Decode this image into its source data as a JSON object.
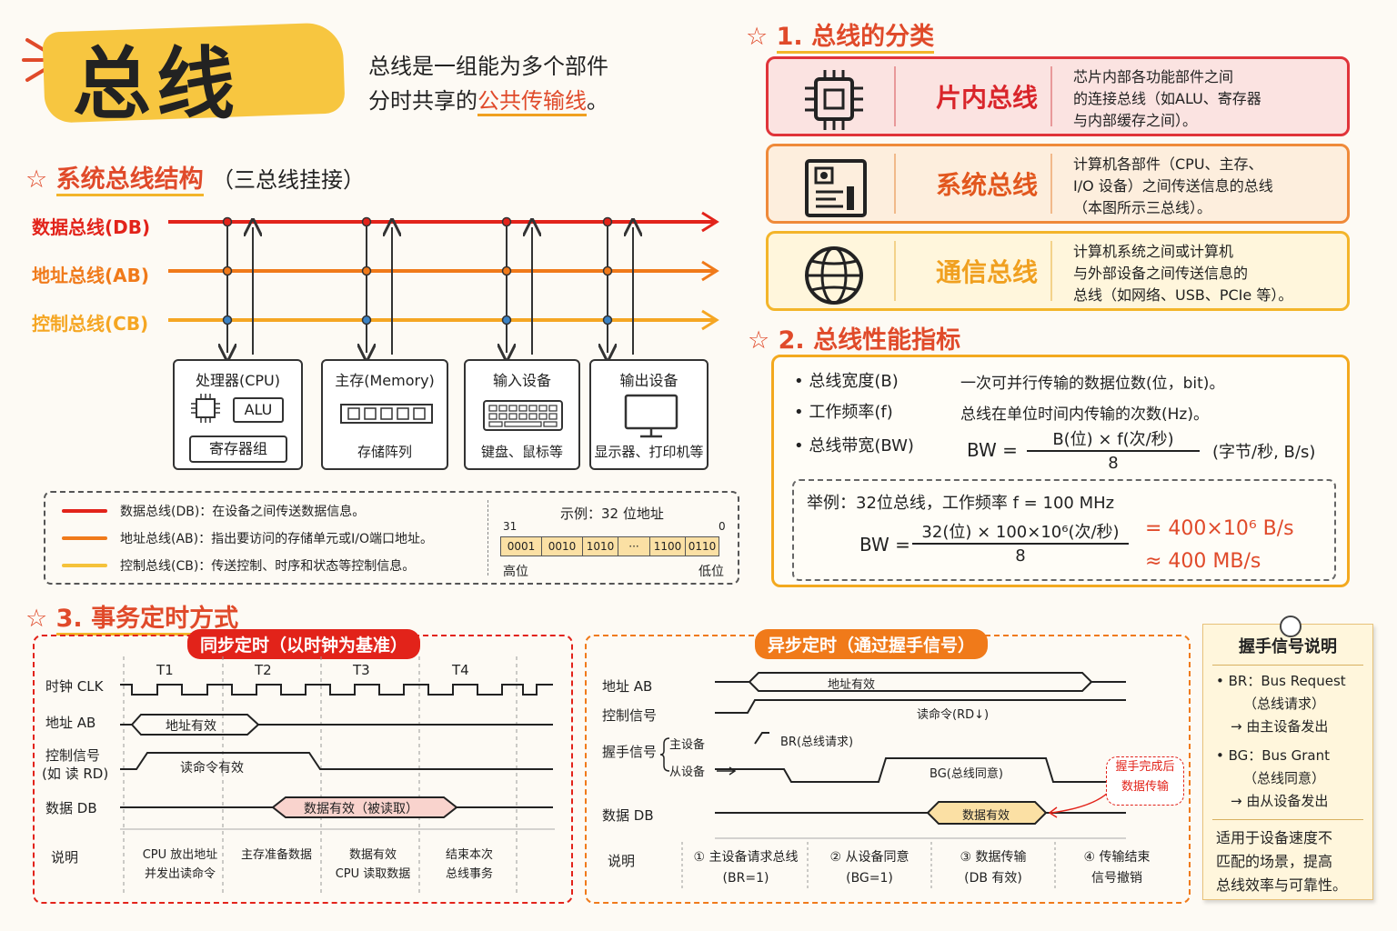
{
  "header": {
    "title": "总线",
    "intro_line1": "总线是一组能为多个部件",
    "intro_line2_pre": "分时共享的",
    "intro_line2_hl": "公共传输线",
    "intro_line2_post": "。"
  },
  "system_structure": {
    "heading": "系统总线结构",
    "subheading": "（三总线挂接）",
    "buses": [
      {
        "label": "数据总线(DB)",
        "color": "#e2231a"
      },
      {
        "label": "地址总线(AB)",
        "color": "#f07a1a"
      },
      {
        "label": "控制总线(CB)",
        "color": "#f5a623"
      }
    ],
    "devices": [
      {
        "title": "处理器(CPU)",
        "alu": "ALU",
        "bottom": "寄存器组"
      },
      {
        "title": "主存(Memory)",
        "bottom": "存储阵列"
      },
      {
        "title": "输入设备",
        "bottom": "键盘、鼠标等"
      },
      {
        "title": "输出设备",
        "bottom": "显示器、打印机等"
      }
    ],
    "legend": [
      "数据总线(DB)：在设备之间传送数据信息。",
      "地址总线(AB)：指出要访问的存储单元或I/O端口地址。",
      "控制总线(CB)：传送控制、时序和状态等控制信息。"
    ],
    "example": {
      "title": "示例：32 位地址",
      "msb": "31",
      "lsb": "0",
      "cells": [
        "0001",
        "0010",
        "1010",
        "···",
        "1100",
        "0110"
      ],
      "high": "高位",
      "low": "低位"
    }
  },
  "classification": {
    "heading": "1. 总线的分类",
    "cards": [
      {
        "name": "片内总线",
        "desc": [
          "芯片内部各功能部件之间",
          "的连接总线（如ALU、寄存器",
          "与内部缓存之间）。"
        ],
        "icon": "chip-icon",
        "border": "#e0343a",
        "bg": "#fbe3e1",
        "name_color": "#d9252b"
      },
      {
        "name": "系统总线",
        "desc": [
          "计算机各部件（CPU、主存、",
          "I/O 设备）之间传送信息的总线",
          "（本图所示三总线）。"
        ],
        "icon": "motherboard-icon",
        "border": "#ef8a3a",
        "bg": "#fdeedd",
        "name_color": "#e2571e"
      },
      {
        "name": "通信总线",
        "desc": [
          "计算机系统之间或计算机",
          "与外部设备之间传送信息的",
          "总线（如网络、USB、PCIe 等）。"
        ],
        "icon": "globe-icon",
        "border": "#f3b52a",
        "bg": "#fff6dc",
        "name_color": "#f0a020"
      }
    ]
  },
  "performance": {
    "heading": "2. 总线性能指标",
    "items": [
      {
        "name": "总线宽度(B)",
        "desc": "一次可并行传输的数据位数(位，bit)。"
      },
      {
        "name": "工作频率(f)",
        "desc": "总线在单位时间内传输的次数(Hz)。"
      },
      {
        "name": "总线带宽(BW)",
        "desc": ""
      }
    ],
    "formula": {
      "lhs": "BW =",
      "num": "B(位) × f(次/秒)",
      "den": "8",
      "unit": "(字节/秒, B/s)"
    },
    "example": {
      "text": "举例：32位总线，工作频率 f = 100 MHz",
      "lhs": "BW =",
      "num": "32(位) × 100×10⁶(次/秒)",
      "den": "8",
      "r1": "= 400×10⁶ B/s",
      "r2": "≈ 400 MB/s"
    }
  },
  "timing": {
    "heading": "3. 事务定时方式",
    "sync": {
      "title": "同步定时（以时钟为基准）",
      "rows": [
        "时钟 CLK",
        "地址 AB",
        "控制信号",
        "(如 读 RD)",
        "数据 DB",
        "说明"
      ],
      "cycles": [
        "T1",
        "T2",
        "T3",
        "T4"
      ],
      "addr_valid": "地址有效",
      "read_valid": "读命令有效",
      "data_valid": "数据有效（被读取）",
      "notes": [
        [
          "CPU 放出地址",
          "并发出读命令"
        ],
        [
          "主存准备数据",
          ""
        ],
        [
          "数据有效",
          "CPU 读取数据"
        ],
        [
          "结束本次",
          "总线事务"
        ]
      ]
    },
    "async": {
      "title": "异步定时（通过握手信号）",
      "rows": [
        "地址 AB",
        "控制信号",
        "握手信号",
        "主设备",
        "从设备",
        "数据 DB",
        "说明"
      ],
      "addr_valid": "地址有效",
      "read_cmd": "读命令(RD↓)",
      "br": "BR(总线请求)",
      "bg": "BG(总线同意)",
      "data_valid": "数据有效",
      "callout": [
        "握手完成后",
        "数据传输"
      ],
      "steps": [
        [
          "① 主设备请求总线",
          "(BR=1)"
        ],
        [
          "② 从设备同意",
          "(BG=1)"
        ],
        [
          "③ 数据传输",
          "(DB 有效)"
        ],
        [
          "④ 传输结束",
          "信号撤销"
        ]
      ]
    },
    "note": {
      "title": "握手信号说明",
      "br": [
        "• BR：Bus Request",
        "（总线请求）",
        "→ 由主设备发出"
      ],
      "bg": [
        "• BG：Bus Grant",
        "（总线同意）",
        "→ 由从设备发出"
      ],
      "footer": [
        "适用于设备速度不",
        "匹配的场景，提高",
        "总线效率与可靠性。"
      ]
    }
  }
}
